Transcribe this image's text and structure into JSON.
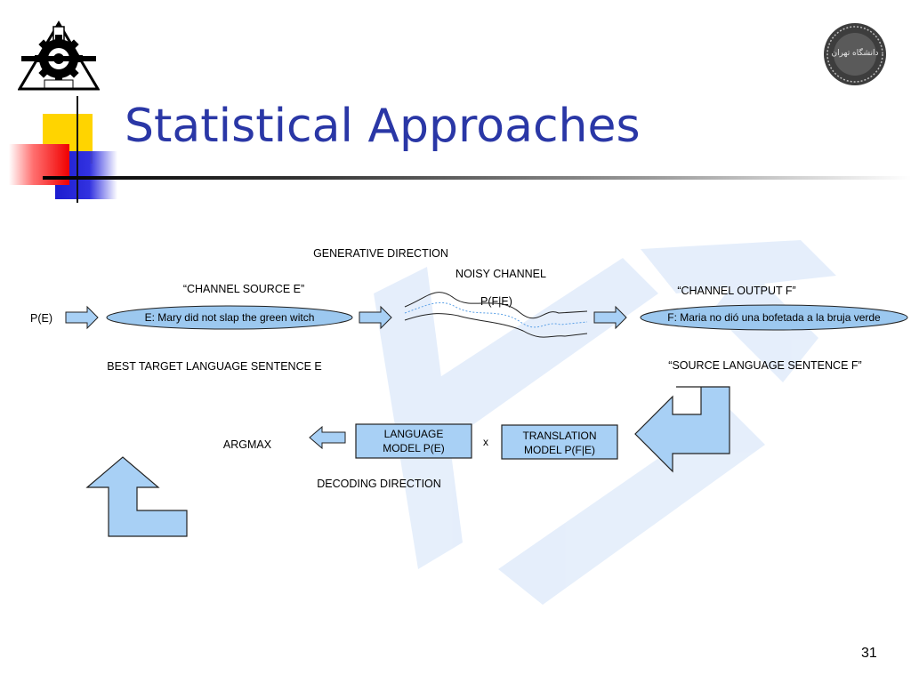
{
  "slide": {
    "title": "Statistical Approaches",
    "page_number": "31"
  },
  "logos": {
    "left_icon": "gear-tower-emblem-icon",
    "right_icon": "university-seal-icon",
    "right_seal_text": "دانشگاه تهران"
  },
  "diagram": {
    "generative_direction": "GENERATIVE DIRECTION",
    "noisy_channel": "NOISY CHANNEL",
    "p_f_given_e": "P(F|E)",
    "channel_source_label": "“CHANNEL SOURCE E”",
    "channel_output_label": "“CHANNEL OUTPUT F”",
    "p_e": "P(E)",
    "source_sentence": "E: Mary did not slap the green witch",
    "output_sentence": "F: Maria no dió una bofetada a la bruja verde",
    "best_target": "BEST TARGET LANGUAGE SENTENCE E",
    "source_language_sentence": "“SOURCE LANGUAGE SENTENCE F”",
    "argmax": "ARGMAX",
    "language_model_line1": "LANGUAGE",
    "language_model_line2": "MODEL P(E)",
    "times": "x",
    "translation_model_line1": "TRANSLATION",
    "translation_model_line2": "MODEL P(F|E)",
    "decoding_direction": "DECODING DIRECTION"
  },
  "colors": {
    "title": "#2a37a6",
    "arrow_fill": "#a8d0f5",
    "ellipse_fill": "#9cc8ef",
    "box_fill": "#a8d0f5",
    "watermark": "#dbe8fb"
  }
}
